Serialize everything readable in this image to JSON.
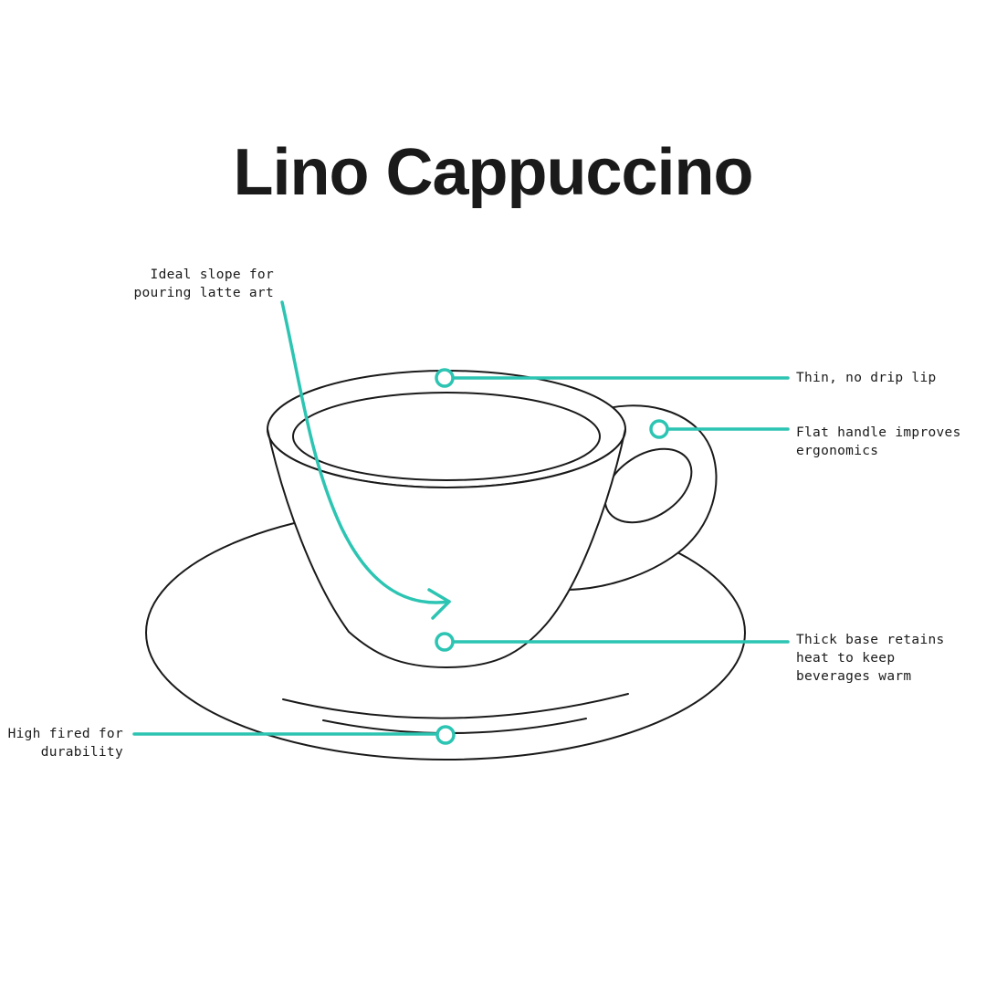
{
  "colors": {
    "accent": "#2cc4b2",
    "ink": "#1a1a1a",
    "background": "#ffffff"
  },
  "title": "Lino Cappuccino",
  "annotations": {
    "ideal_slope": {
      "label": "Ideal slope for\npouring latte art"
    },
    "thin_lip": {
      "label": "Thin, no drip lip"
    },
    "flat_handle": {
      "label": "Flat handle improves\nergonomics"
    },
    "thick_base": {
      "label": "Thick base retains\nheat to keep\nbeverages warm"
    },
    "high_fired": {
      "label": "High fired for\ndurability"
    }
  },
  "diagram": {
    "subject": "cappuccino cup and saucer line drawing",
    "marker_style": "open teal circle with leader line"
  }
}
